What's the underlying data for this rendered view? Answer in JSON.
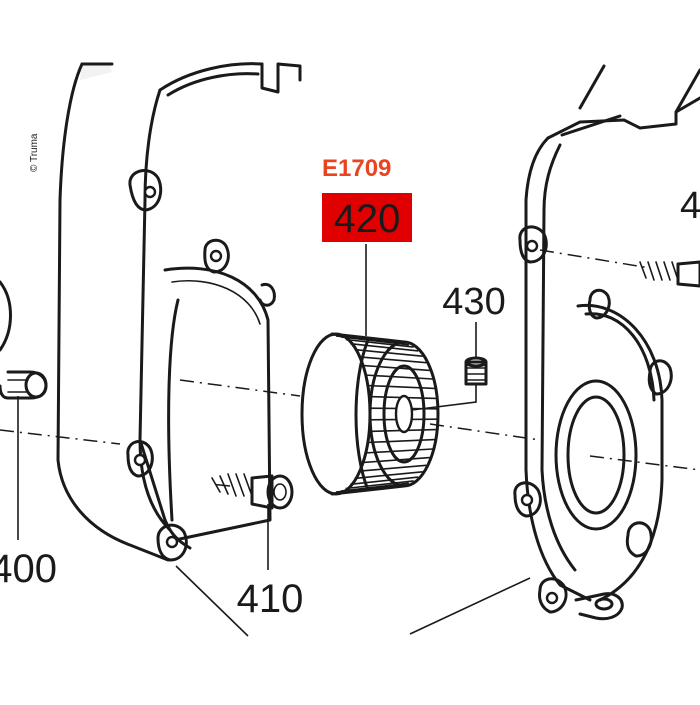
{
  "copyright": "© Truma",
  "highlight": {
    "code": "E1709",
    "code_color": "#e8451f",
    "part_number": "420",
    "box_color": "#e00000"
  },
  "parts": {
    "p400": "400",
    "p410": "410",
    "p430": "430",
    "p4_partial": "4"
  }
}
